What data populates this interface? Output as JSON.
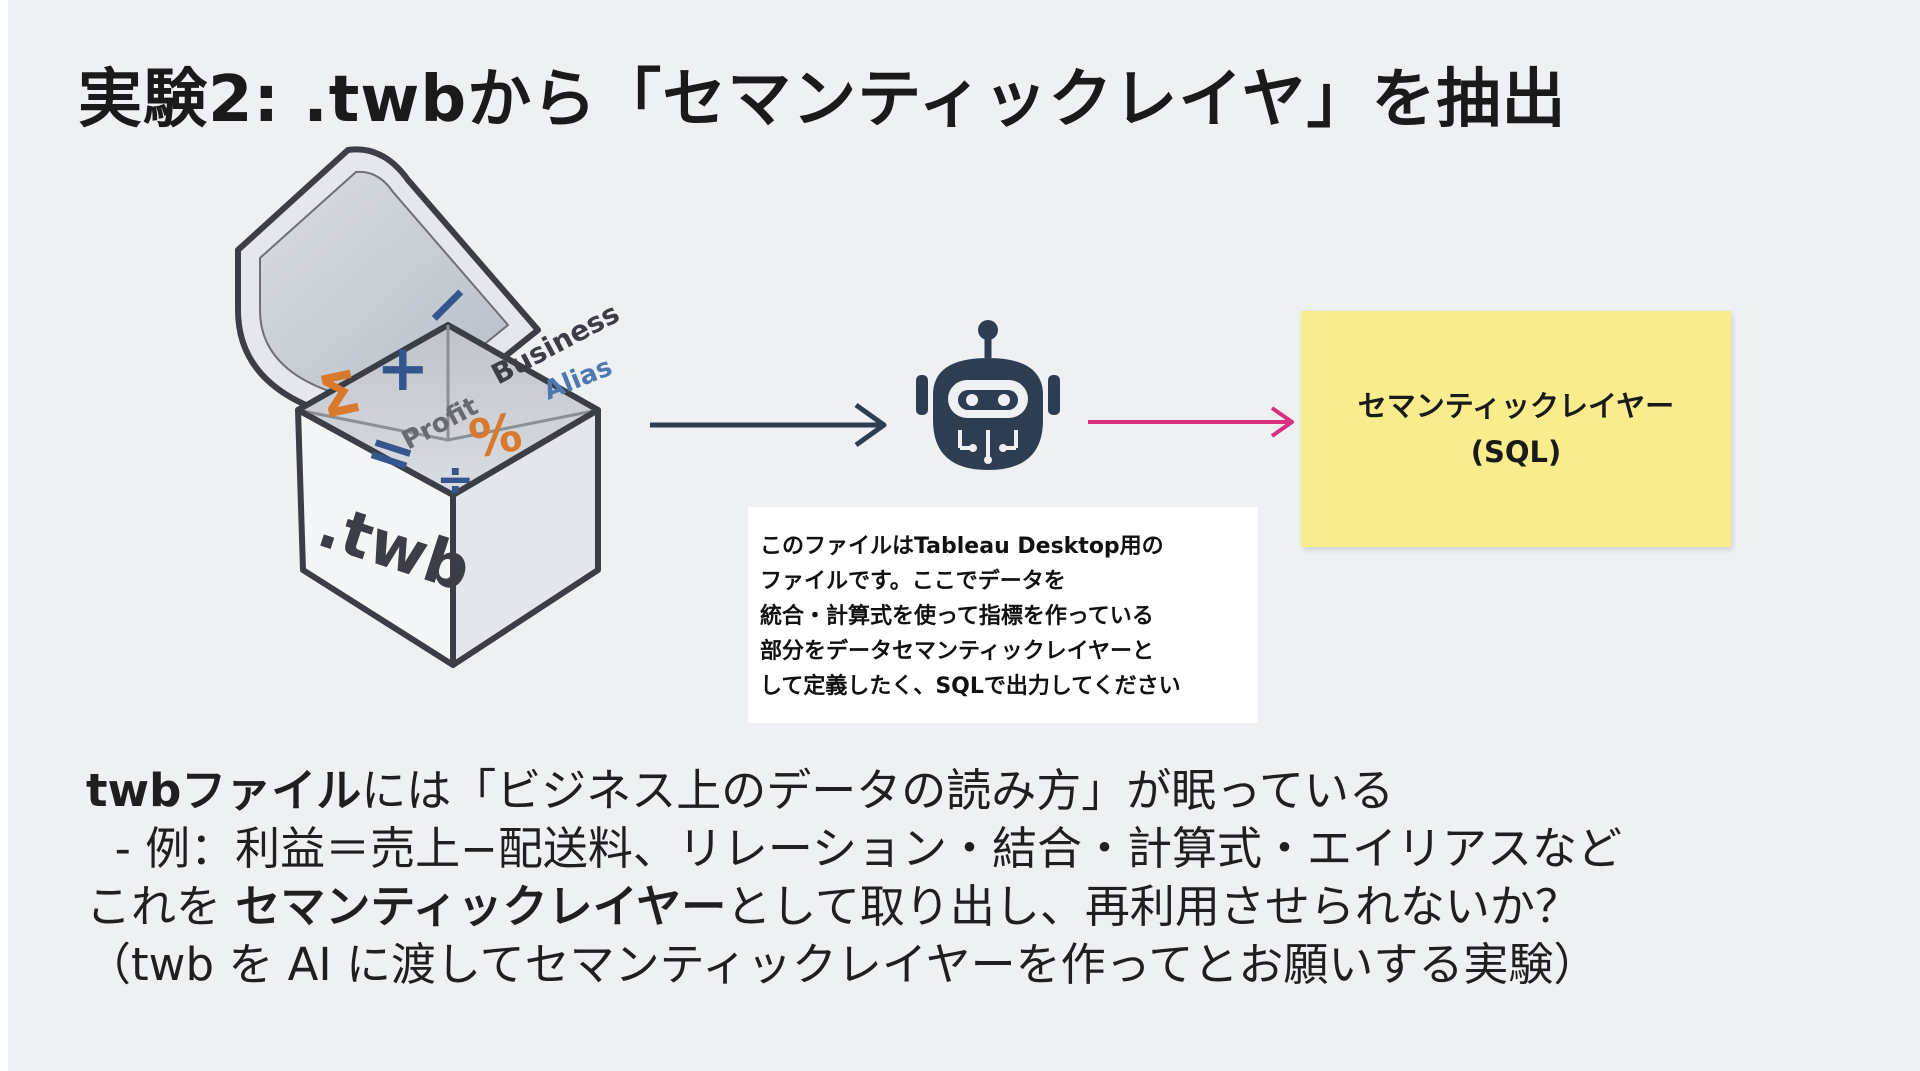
{
  "title": "実験2: .twbから「セマンティックレイヤ」を抽出",
  "illustration": {
    "box_label": ".twb",
    "word_profit": "Profit",
    "word_business": "Business",
    "word_alias": "Alias",
    "symbols": [
      "Σ",
      "+",
      "=",
      "%",
      "÷",
      "−"
    ]
  },
  "prompt_box": {
    "lines": [
      "このファイルはTableau Desktop用の",
      "ファイルです。ここでデータを",
      "統合・計算式を使って指標を作っている",
      "部分をデータセマンティックレイヤーと",
      "して定義したく、SQLで出力してください"
    ]
  },
  "sticky_note": {
    "line1": "セマンティックレイヤー",
    "line2": "(SQL)"
  },
  "body": {
    "line1_bold": "twbファイル",
    "line1_rest": "には「ビジネス上のデータの読み方」が眠っている",
    "line2": "  - 例：利益＝売上−配送料、リレーション・結合・計算式・エイリアスなど",
    "line3_pre": "これを ",
    "line3_bold": "セマンティックレイヤー",
    "line3_post": "として取り出し、再利用させられないか？",
    "line4": "（twb を AI に渡してセマンティックレイヤーを作ってとお願いする実験）"
  },
  "colors": {
    "background": "#eef0f4",
    "sticky": "#f8ec8c",
    "arrow_dark": "#2f3d52",
    "arrow_pink": "#d6307f",
    "accent_orange": "#d8792e",
    "accent_blue": "#34568e",
    "robot": "#2f3d52"
  }
}
